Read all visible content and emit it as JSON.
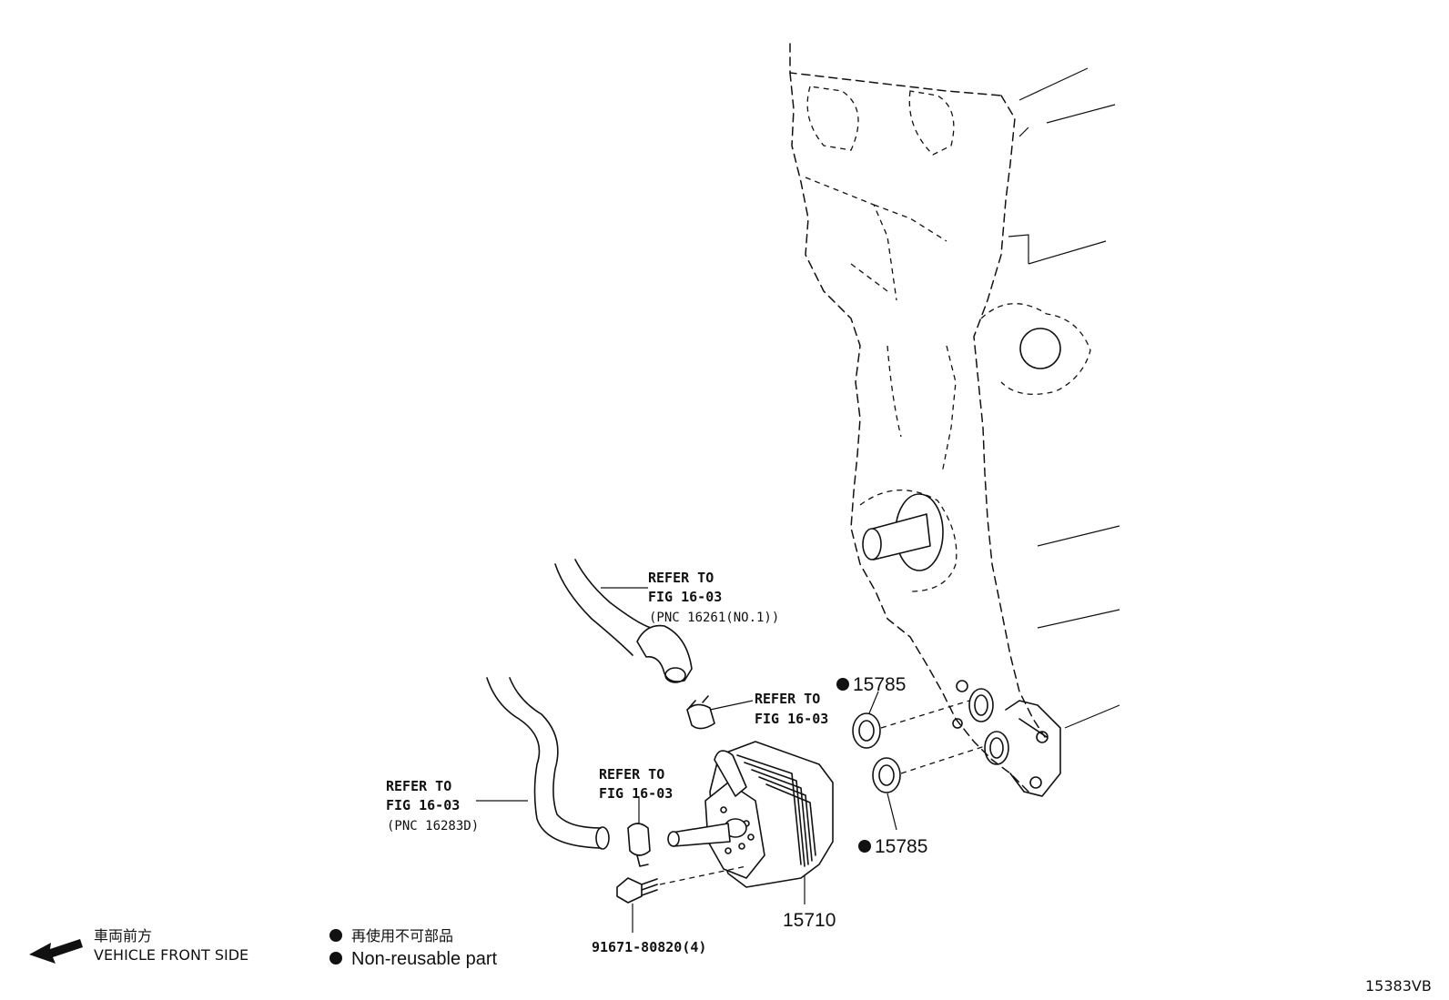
{
  "labels": {
    "refer_hose_top": {
      "line1": "REFER TO",
      "line2": "FIG 16-03",
      "line3": "(PNC 16261(NO.1))"
    },
    "refer_clamp_top": {
      "line1": "REFER TO",
      "line2": "FIG 16-03"
    },
    "refer_clamp_mid": {
      "line1": "REFER TO",
      "line2": "FIG 16-03"
    },
    "refer_hose_left": {
      "line1": "REFER TO",
      "line2": "FIG 16-03",
      "line3": "(PNC 16283D)"
    }
  },
  "parts": {
    "gasket_upper": "15785",
    "gasket_lower": "15785",
    "oil_cooler": "15710",
    "bolt": "91671-80820(4)"
  },
  "legend": {
    "front_jp": "車両前方",
    "front_en": "VEHICLE FRONT SIDE",
    "nonreusable_jp": "再使用不可部品",
    "nonreusable_en": "Non-reusable part"
  },
  "figure_id": "15383VB",
  "colors": {
    "ink": "#111111",
    "background": "#ffffff"
  }
}
